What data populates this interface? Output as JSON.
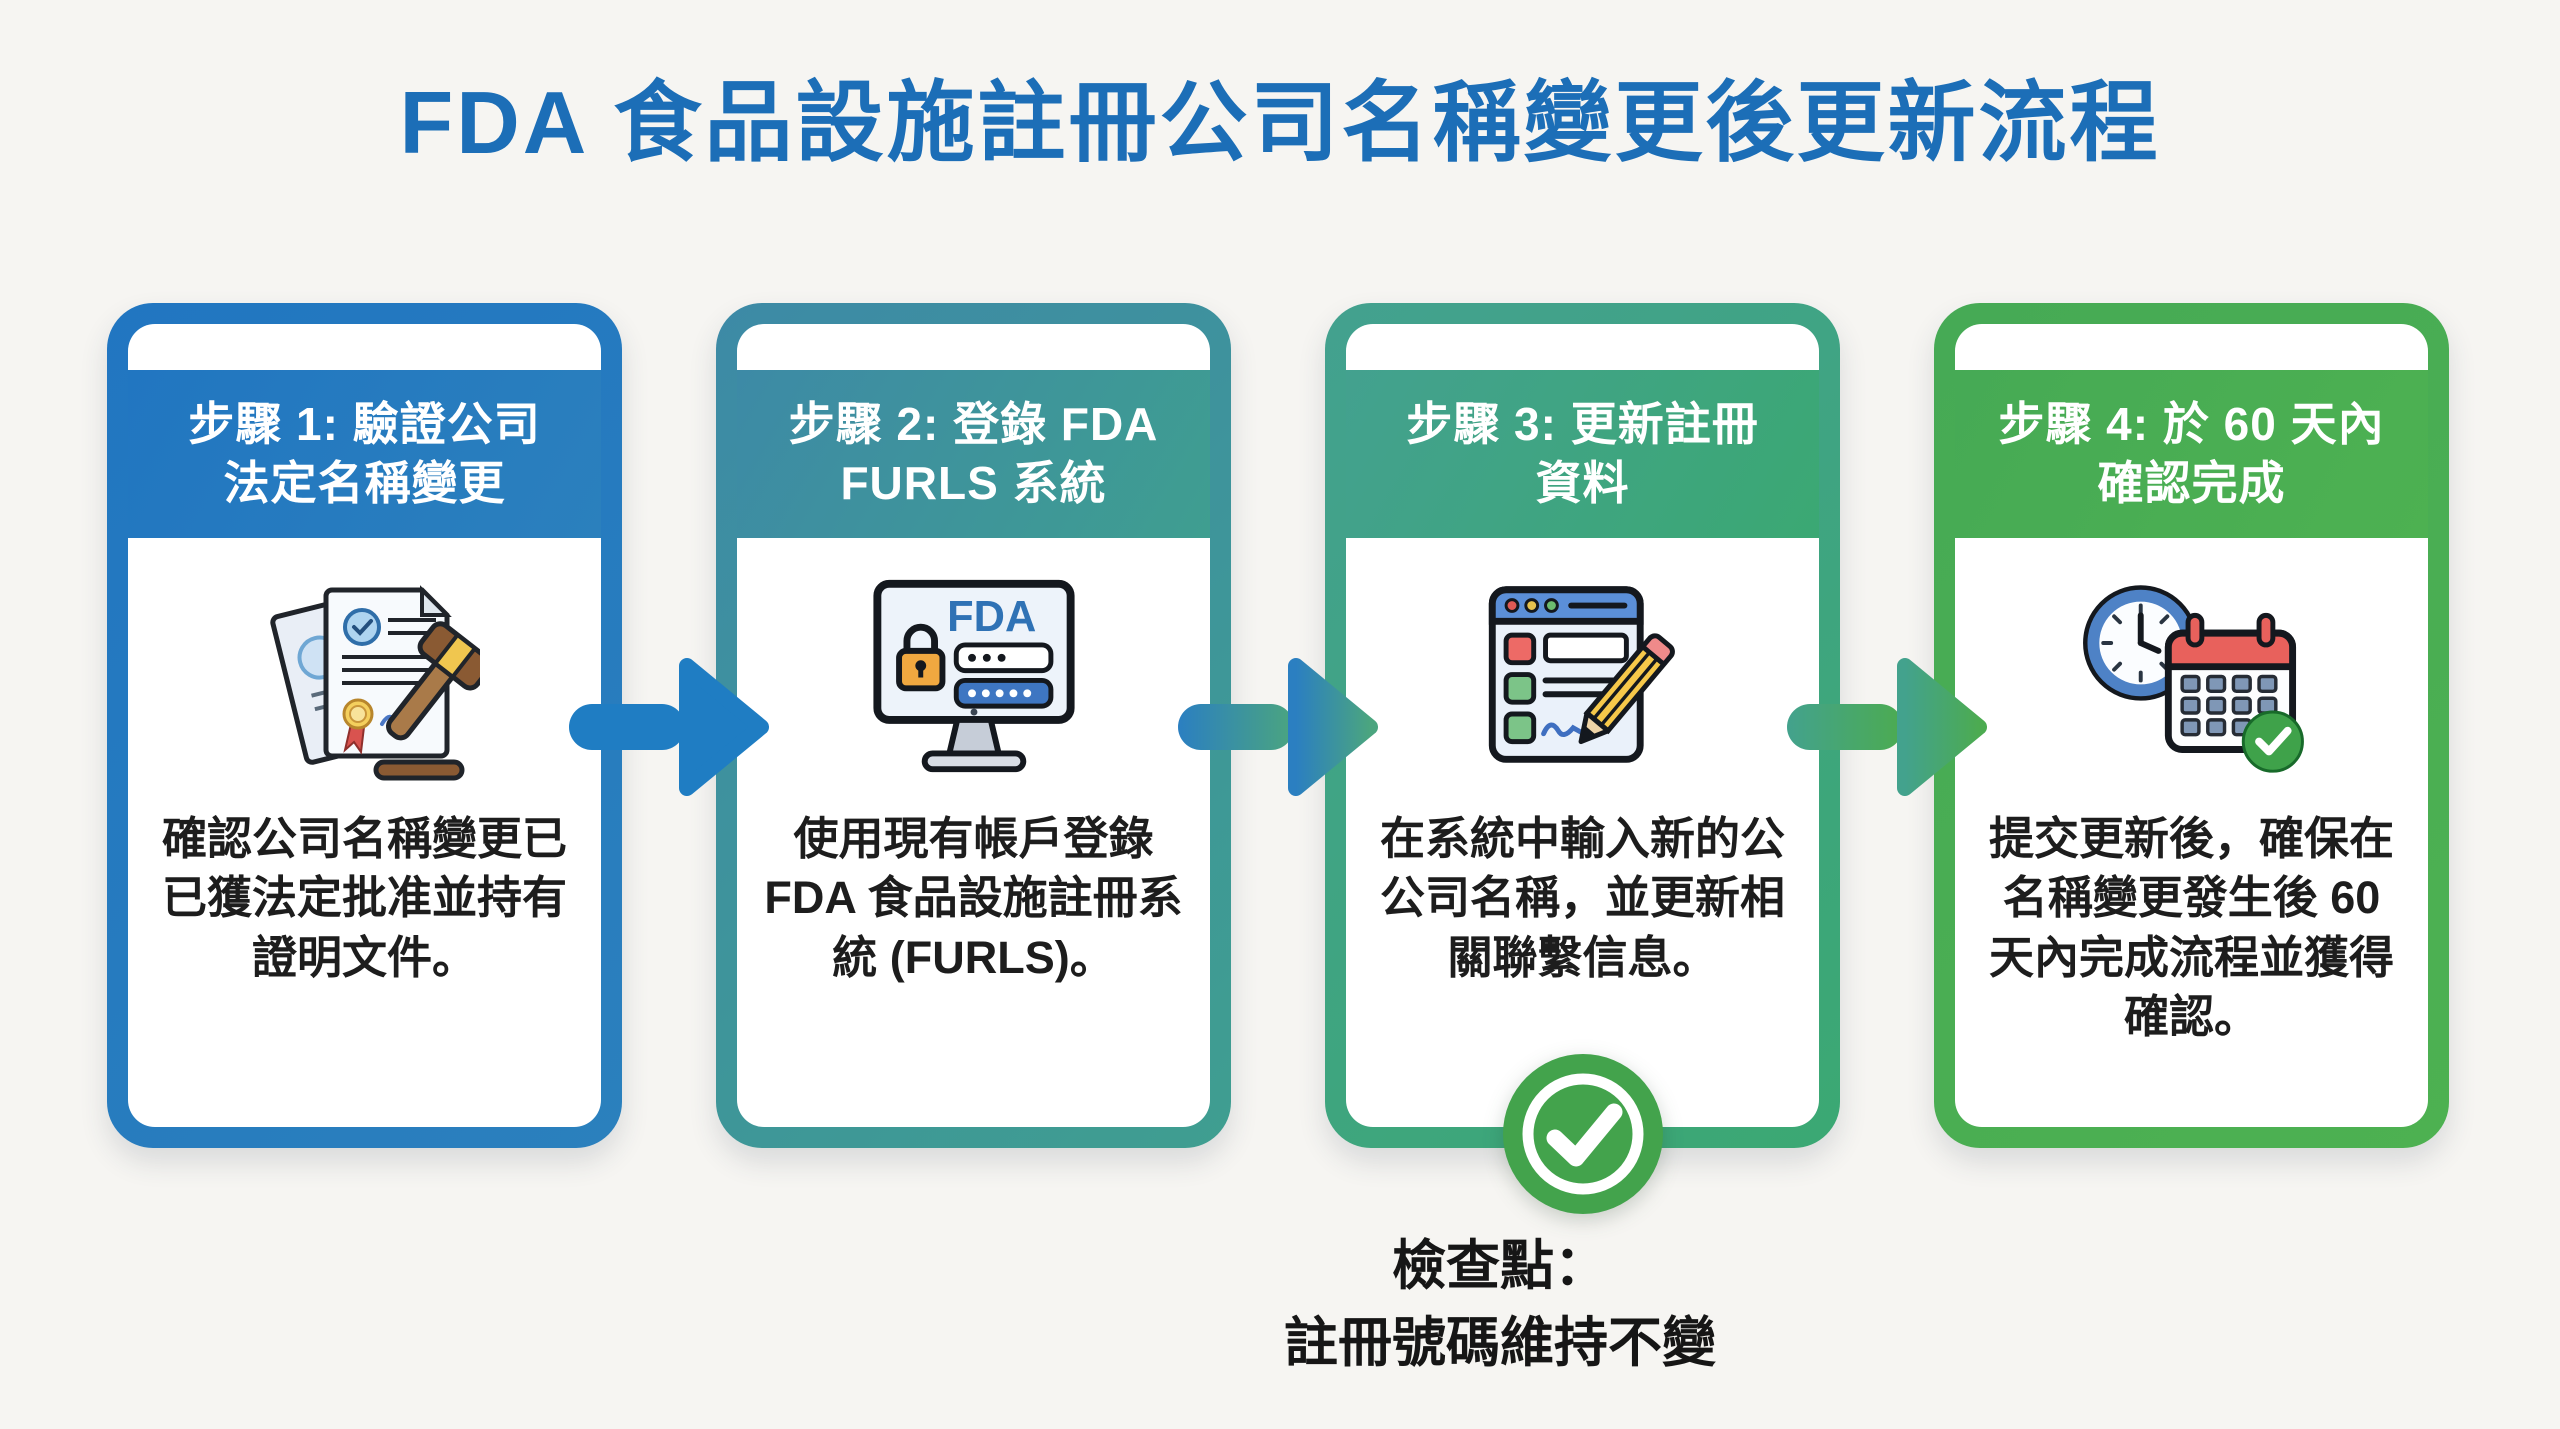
{
  "title": "FDA 食品設施註冊公司名稱變更後更新流程",
  "steps": [
    {
      "id": 1,
      "header": "步驟 1: 驗證公司\n法定名稱變更",
      "body": "確認公司名稱變更已\n已獲法定批准並持有\n證明文件。",
      "icon": "certificate-gavel-icon",
      "accent": "#2176c1",
      "accent2": "#2b80bd"
    },
    {
      "id": 2,
      "header": "步驟 2: 登錄 FDA\nFURLS 系統",
      "body": "使用現有帳戶登錄\nFDA 食品設施註冊系\n統 (FURLS)。",
      "icon": "fda-login-monitor-icon",
      "screen_logo": "FDA",
      "accent": "#3d8aa6",
      "accent2": "#3f9e90"
    },
    {
      "id": 3,
      "header": "步驟 3: 更新註冊\n資料",
      "body": "在系統中輸入新的公\n公司名稱，並更新相\n關聯繫信息。",
      "icon": "form-edit-pencil-icon",
      "accent": "#43a18f",
      "accent2": "#3ba873"
    },
    {
      "id": 4,
      "header": "步驟 4: 於 60 天內\n確認完成",
      "body": "提交更新後，確保在\n名稱變更發生後 60\n天內完成流程並獲得\n確認。",
      "icon": "clock-calendar-icon",
      "accent": "#46aa55",
      "accent2": "#4db151"
    }
  ],
  "checkpoint": {
    "label": "檢查點：\n註冊號碼維持不變"
  },
  "palette": {
    "background": "#f6f5f2",
    "title": "#1c6eb7",
    "arrow1": "#1f7dc3",
    "arrow2_start": "#2b7fc1",
    "arrow2_end": "#4ba57f",
    "arrow3_start": "#43a28d",
    "arrow3_end": "#4cab51",
    "checkpoint_badge": "#43a34c",
    "body_text": "#1d1d1d"
  }
}
